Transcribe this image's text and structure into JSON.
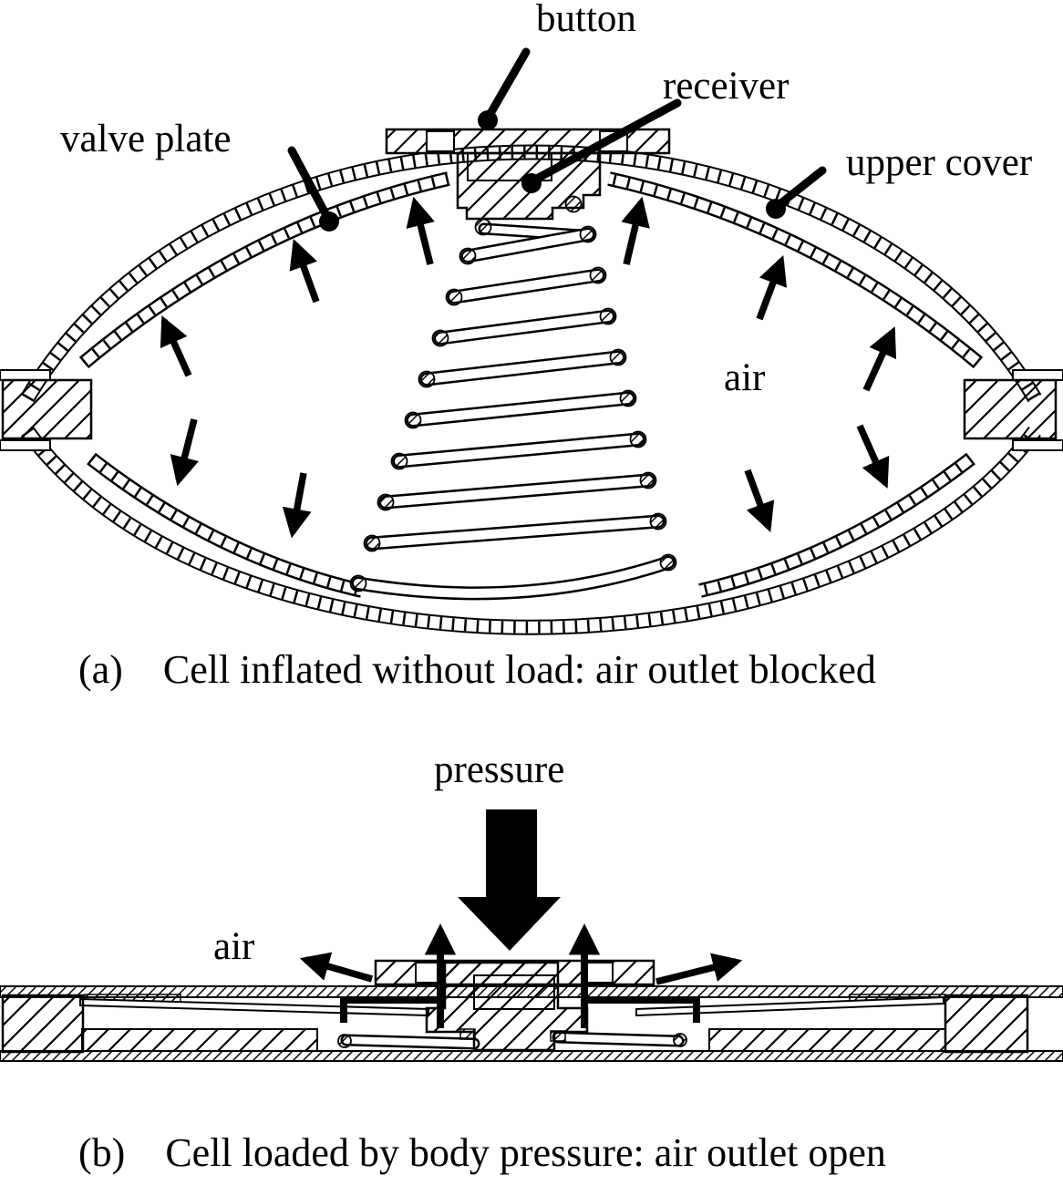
{
  "figure": {
    "panel_a": {
      "marker": "(a)",
      "caption": "Cell inflated without load: air outlet blocked",
      "labels": {
        "button": "button",
        "receiver": "receiver",
        "valve_plate": "valve plate",
        "upper_cover": "upper cover",
        "air": "air"
      }
    },
    "panel_b": {
      "marker": "(b)",
      "caption": "Cell loaded by body pressure: air outlet open",
      "labels": {
        "pressure": "pressure",
        "air": "air"
      }
    },
    "colors": {
      "ink": "#000000",
      "background": "#ffffff"
    }
  }
}
